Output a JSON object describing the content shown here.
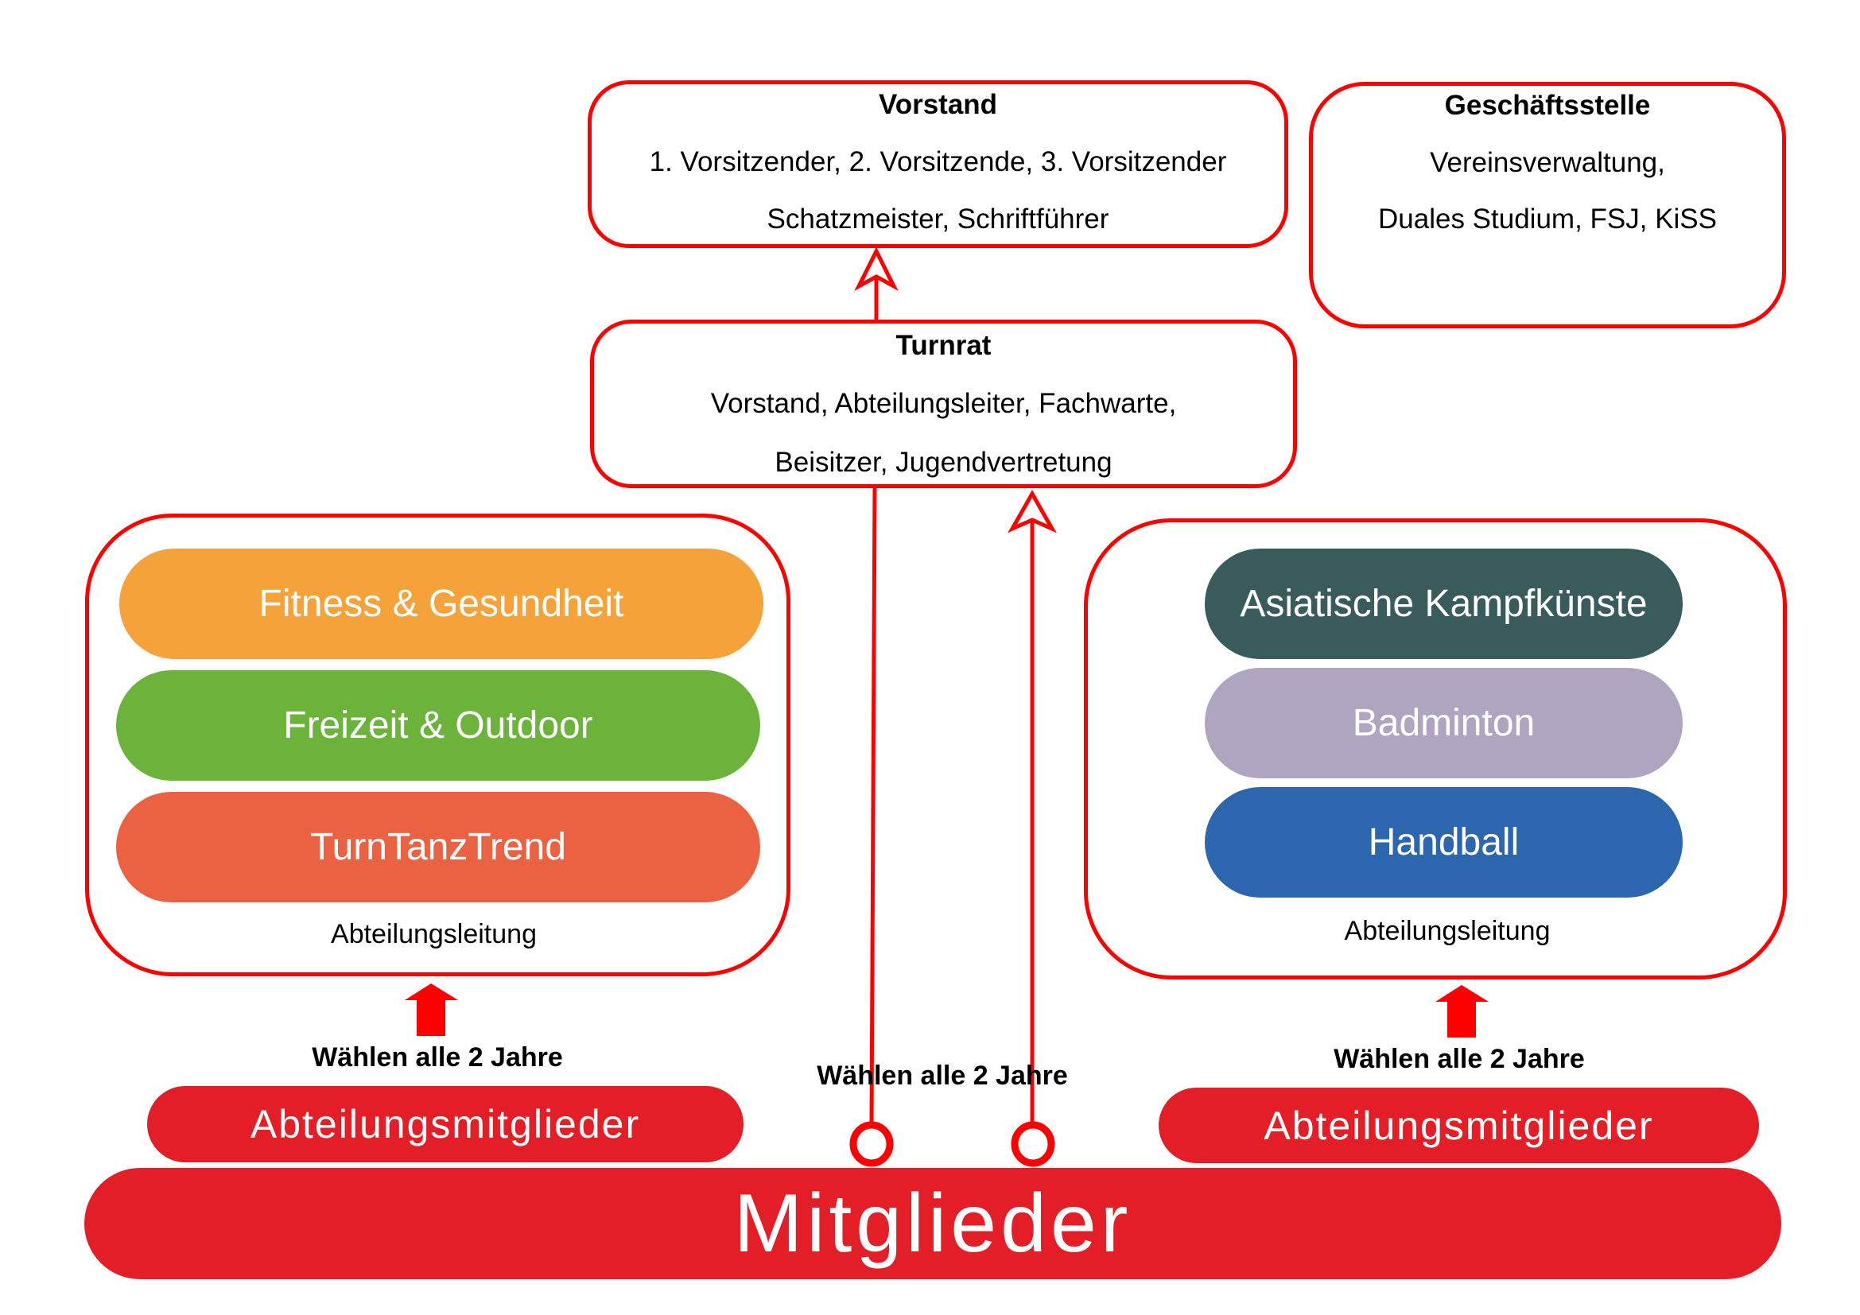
{
  "vorstand": {
    "title": "Vorstand",
    "lines": [
      "1. Vorsitzender, 2. Vorsitzende, 3. Vorsitzender",
      "Schatzmeister, Schriftführer"
    ]
  },
  "geschaeftsstelle": {
    "title": "Geschäftsstelle",
    "lines": [
      "Vereinsverwaltung,",
      "Duales Studium, FSJ, KiSS"
    ]
  },
  "turnrat": {
    "title": "Turnrat",
    "lines": [
      "Vorstand, Abteilungsleiter, Fachwarte,",
      "Beisitzer, Jugendvertretung"
    ]
  },
  "left_group": {
    "departments": [
      {
        "label": "Fitness & Gesundheit",
        "color": "#f5a23a"
      },
      {
        "label": "Freizeit & Outdoor",
        "color": "#6cb33b"
      },
      {
        "label": "TurnTanzTrend",
        "color": "#eb6243"
      }
    ],
    "footer": "Abteilungsleitung",
    "vote_label": "Wählen alle 2 Jahre",
    "members_label": "Abteilungsmitglieder"
  },
  "right_group": {
    "departments": [
      {
        "label": "Asiatische Kampfkünste",
        "color": "#3a5b5b"
      },
      {
        "label": "Badminton",
        "color": "#afa5c1"
      },
      {
        "label": "Handball",
        "color": "#2b66ae"
      }
    ],
    "footer": "Abteilungsleitung",
    "vote_label": "Wählen alle 2 Jahre",
    "members_label": "Abteilungsmitglieder"
  },
  "center": {
    "vote_label": "Wählen alle 2 Jahre"
  },
  "mitglieder": {
    "label": "Mitglieder"
  },
  "colors": {
    "outline": "#ff0000",
    "member_fill": "#e31e26"
  }
}
